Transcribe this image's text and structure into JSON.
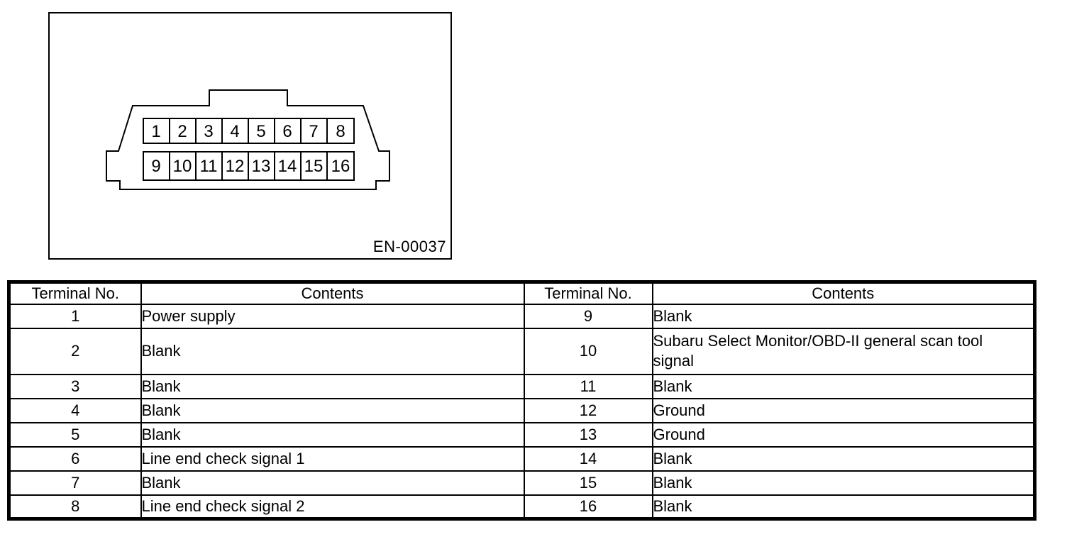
{
  "colors": {
    "ink": "#000000",
    "background": "#ffffff"
  },
  "figure": {
    "code": "EN-00037",
    "connector": {
      "pins": [
        "1",
        "2",
        "3",
        "4",
        "5",
        "6",
        "7",
        "8",
        "9",
        "10",
        "11",
        "12",
        "13",
        "14",
        "15",
        "16"
      ]
    }
  },
  "table": {
    "headers": [
      "Terminal No.",
      "Contents",
      "Terminal No.",
      "Contents"
    ],
    "rows": [
      {
        "t1": "1",
        "c1": "Power supply",
        "t2": "9",
        "c2": "Blank"
      },
      {
        "t1": "2",
        "c1": "Blank",
        "t2": "10",
        "c2": "Subaru Select Monitor/OBD-II general scan tool signal"
      },
      {
        "t1": "3",
        "c1": "Blank",
        "t2": "11",
        "c2": "Blank"
      },
      {
        "t1": "4",
        "c1": "Blank",
        "t2": "12",
        "c2": "Ground"
      },
      {
        "t1": "5",
        "c1": "Blank",
        "t2": "13",
        "c2": "Ground"
      },
      {
        "t1": "6",
        "c1": "Line end check signal 1",
        "t2": "14",
        "c2": "Blank"
      },
      {
        "t1": "7",
        "c1": "Blank",
        "t2": "15",
        "c2": "Blank"
      },
      {
        "t1": "8",
        "c1": "Line end check signal 2",
        "t2": "16",
        "c2": "Blank"
      }
    ]
  }
}
